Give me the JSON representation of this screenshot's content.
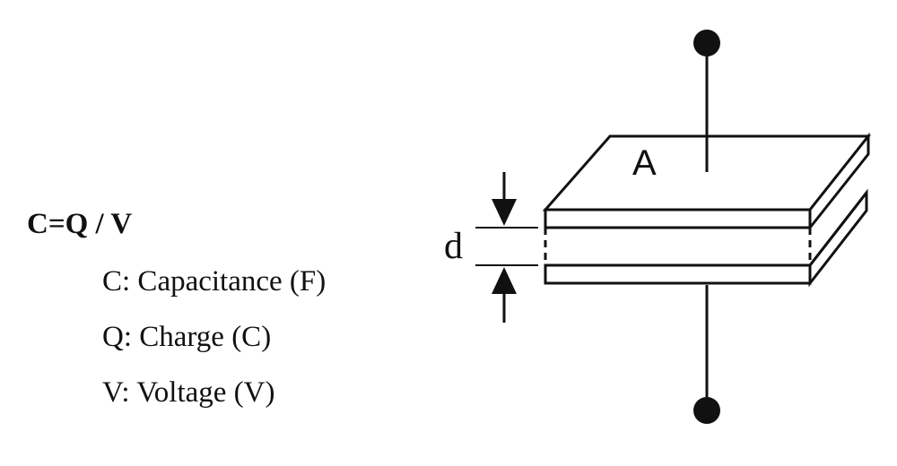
{
  "formula": {
    "equation": "C=Q / V",
    "definitions": [
      {
        "text": "C: Capacitance (F)"
      },
      {
        "text": "Q: Charge (C)"
      },
      {
        "text": "V: Voltage (V)"
      }
    ]
  },
  "diagram": {
    "plate_area_label": "A",
    "plate_gap_label": "d",
    "colors": {
      "stroke": "#111111",
      "fill": "#ffffff"
    }
  }
}
